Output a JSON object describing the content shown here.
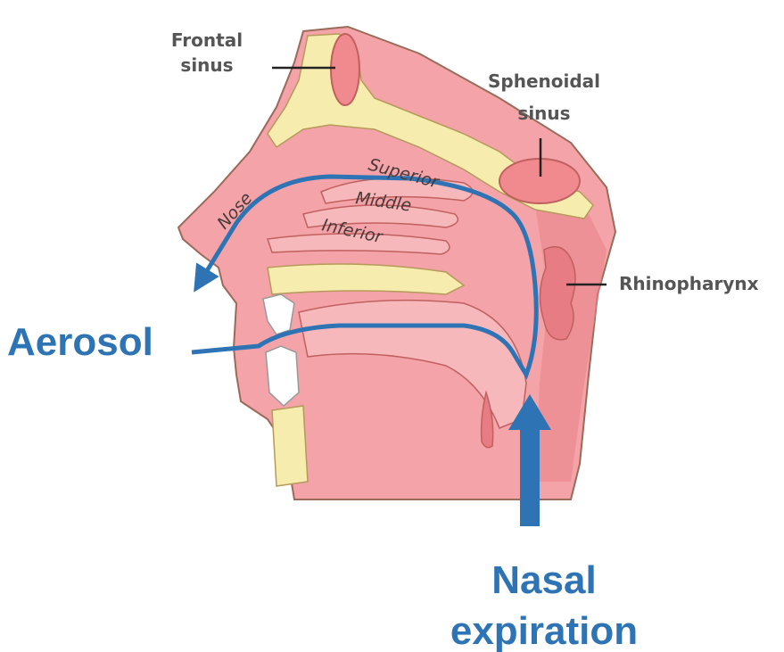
{
  "labels": {
    "frontal_sinus": [
      "Frontal",
      "sinus"
    ],
    "sphenoidal_sinus": [
      "Sphenoidal",
      "sinus"
    ],
    "rhinopharynx": "Rhinopharynx",
    "nose": "Nose",
    "superior": "Superior",
    "middle": "Middle",
    "inferior": "Inferior",
    "aerosol": "Aerosol",
    "nasal_expiration": [
      "Nasal",
      "expiration"
    ]
  },
  "colors": {
    "flow_line": "#2e74b5",
    "tissue": "#f4a3a8",
    "tissue_dark": "#e9858c",
    "bone": "#f6ecae",
    "outline": "#9a6a5a",
    "label_gray": "#555555"
  }
}
